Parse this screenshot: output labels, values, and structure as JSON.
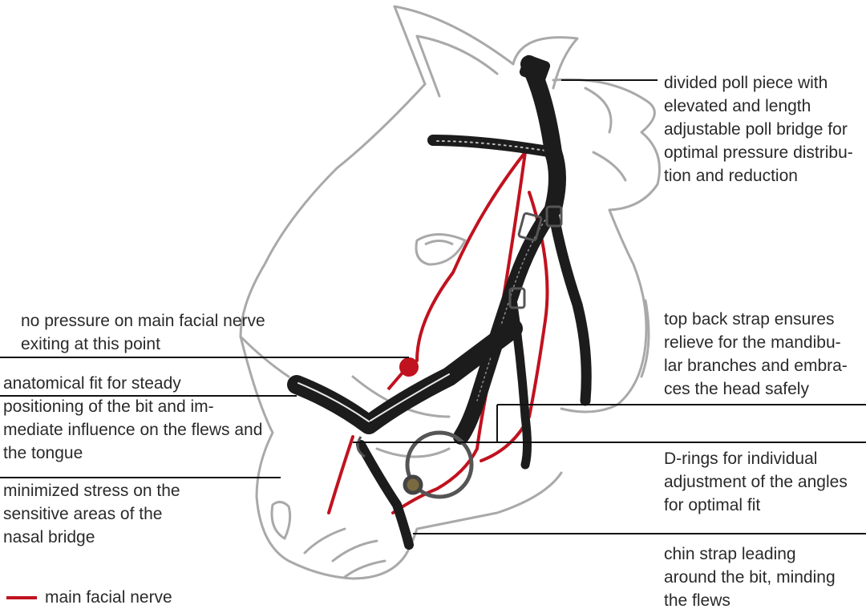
{
  "colors": {
    "nerve": "#c1121f",
    "outline": "#a9a9a9",
    "leather": "#1c1c1c",
    "line": "#111111",
    "text": "#2a2a2a"
  },
  "labels": {
    "right": [
      {
        "id": "poll-piece",
        "lines": [
          "divided poll piece with",
          "elevated and length",
          "adjustable poll bridge for",
          "optimal pressure distribu-",
          "tion and reduction"
        ]
      },
      {
        "id": "back-strap",
        "lines": [
          "top back strap ensures",
          "relieve for the mandibu-",
          "lar branches and embra-",
          "ces the head safely"
        ]
      },
      {
        "id": "d-rings",
        "lines": [
          "D-rings for individual",
          "adjustment of the angles",
          "for optimal fit"
        ]
      },
      {
        "id": "chin-strap",
        "lines": [
          "chin strap leading",
          "around the bit, minding",
          "the flews"
        ]
      }
    ],
    "left": [
      {
        "id": "nerve-exit",
        "lines": [
          "no pressure on main facial nerve",
          "exiting at this point"
        ]
      },
      {
        "id": "anatomical-fit",
        "lines": [
          "anatomical fit for steady",
          "positioning of the bit and im-",
          "mediate influence on the flews and",
          "the tongue"
        ]
      },
      {
        "id": "nasal-bridge",
        "lines": [
          "minimized stress on the",
          "sensitive areas of the",
          "nasal bridge"
        ]
      }
    ]
  },
  "legend": {
    "icon": "red-line-swatch",
    "label": "main facial nerve"
  }
}
